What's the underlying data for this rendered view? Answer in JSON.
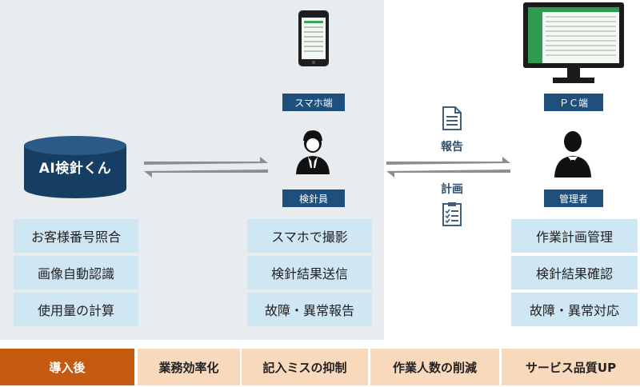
{
  "system": {
    "name": "AI検針くん"
  },
  "features": {
    "ai": [
      "お客様番号照合",
      "画像自動認識",
      "使用量の計算"
    ],
    "meter_reader": [
      "スマホで撮影",
      "検針結果送信",
      "故障・異常報告"
    ],
    "manager": [
      "作業計画管理",
      "検針結果確認",
      "故障・異常対応"
    ]
  },
  "labels": {
    "smartphone": "スマホ端",
    "meter_reader": "検針員",
    "pc": "ＰＣ端",
    "manager": "管理者",
    "report": "報告",
    "plan": "計画"
  },
  "benefits": {
    "header": "導入後",
    "items": [
      "業務効率化",
      "記入ミスの抑制",
      "作業人数の削減",
      "サービス品質UP"
    ]
  },
  "colors": {
    "panel": "#e9ecef",
    "tag": "#1e4f7d",
    "feature_box": "#cfe6f3",
    "bar_head": "#c55a11",
    "bar_cell": "#f9d9bc",
    "cylinder": "#163e63",
    "pc_screen_green": "#2e9b4f"
  }
}
